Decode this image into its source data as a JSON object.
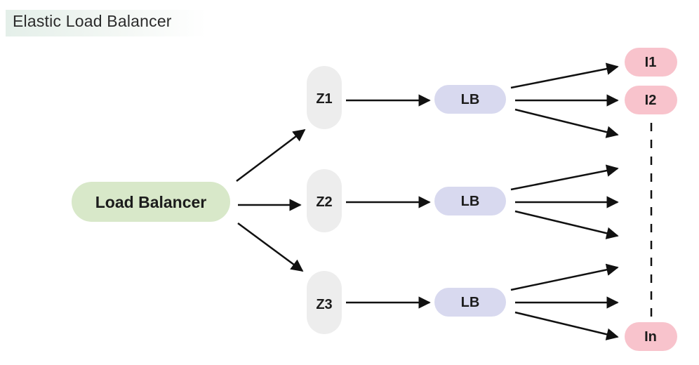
{
  "title": "Elastic Load Balancer",
  "nodes": {
    "load_balancer": "Load Balancer",
    "zones": [
      "Z1",
      "Z2",
      "Z3"
    ],
    "lbs": [
      "LB",
      "LB",
      "LB"
    ],
    "instances": [
      "I1",
      "I2",
      "In"
    ]
  },
  "colors": {
    "load_balancer": "#d8e8c9",
    "zone": "#ededed",
    "lb": "#d8d9ef",
    "instance": "#f8c3cc",
    "arrow": "#111111"
  }
}
